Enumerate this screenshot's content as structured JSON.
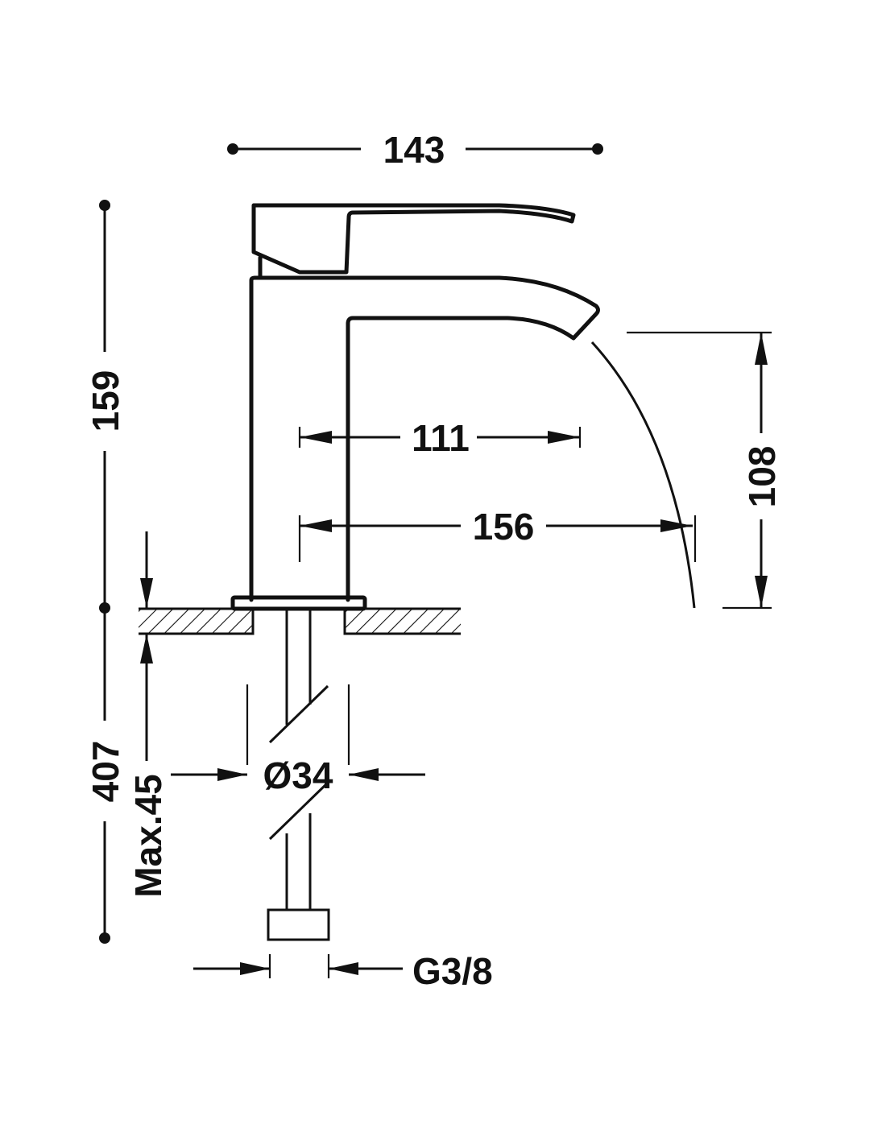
{
  "drawing": {
    "title": "Faucet technical dimension drawing",
    "dimensions": {
      "overall_width": "143",
      "total_height": "159",
      "spout_reach_inner": "111",
      "spout_reach_outer": "156",
      "spout_height": "108",
      "hose_length": "407",
      "max_counter_thickness": "Max.45",
      "hole_diameter": "Ø34",
      "connection_thread": "G3/8"
    },
    "colors": {
      "line": "#111111",
      "background": "#ffffff"
    }
  }
}
